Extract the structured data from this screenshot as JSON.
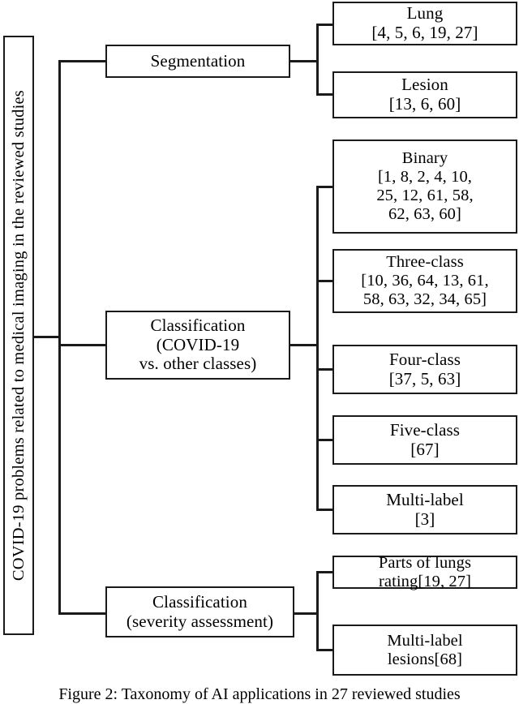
{
  "figure": {
    "caption": "Figure 2: Taxonomy of AI applications in 27 reviewed studies"
  },
  "tree": {
    "root": {
      "label": "COVID-19 problems related to medical imaging in the reviewed studies"
    },
    "branches": [
      {
        "id": "segmentation",
        "label": "Segmentation",
        "children": [
          {
            "id": "lung",
            "title": "Lung",
            "refs": "[4, 5, 6, 19, 27]"
          },
          {
            "id": "lesion",
            "title": "Lesion",
            "refs": "[13, 6, 60]"
          }
        ]
      },
      {
        "id": "classification",
        "label_line1": "Classification",
        "label_line2": "(COVID-19",
        "label_line3": "vs. other classes)",
        "children": [
          {
            "id": "binary",
            "title": "Binary",
            "refs_line1": "[1, 8, 2, 4, 10,",
            "refs_line2": "25, 12, 61, 58,",
            "refs_line3": "62, 63, 60]"
          },
          {
            "id": "three-class",
            "title": "Three-class",
            "refs_line1": "[10, 36, 64, 13, 61,",
            "refs_line2": "58, 63, 32, 34, 65]"
          },
          {
            "id": "four-class",
            "title": "Four-class",
            "refs": "[37, 5, 63]"
          },
          {
            "id": "five-class",
            "title": "Five-class",
            "refs": "[67]"
          },
          {
            "id": "multi-label",
            "title": "Multi-label",
            "refs": "[3]"
          }
        ]
      },
      {
        "id": "severity",
        "label_line1": "Classification",
        "label_line2": "(severity assessment)",
        "children": [
          {
            "id": "parts-of-lungs",
            "title": "Parts of lungs",
            "refs": "rating[19, 27]"
          },
          {
            "id": "multi-label-lesions",
            "title": "Multi-label",
            "refs": "lesions[68]"
          }
        ]
      }
    ]
  },
  "colors": {
    "line": "#1a1a1a",
    "background": "#ffffff",
    "text": "#000000"
  }
}
